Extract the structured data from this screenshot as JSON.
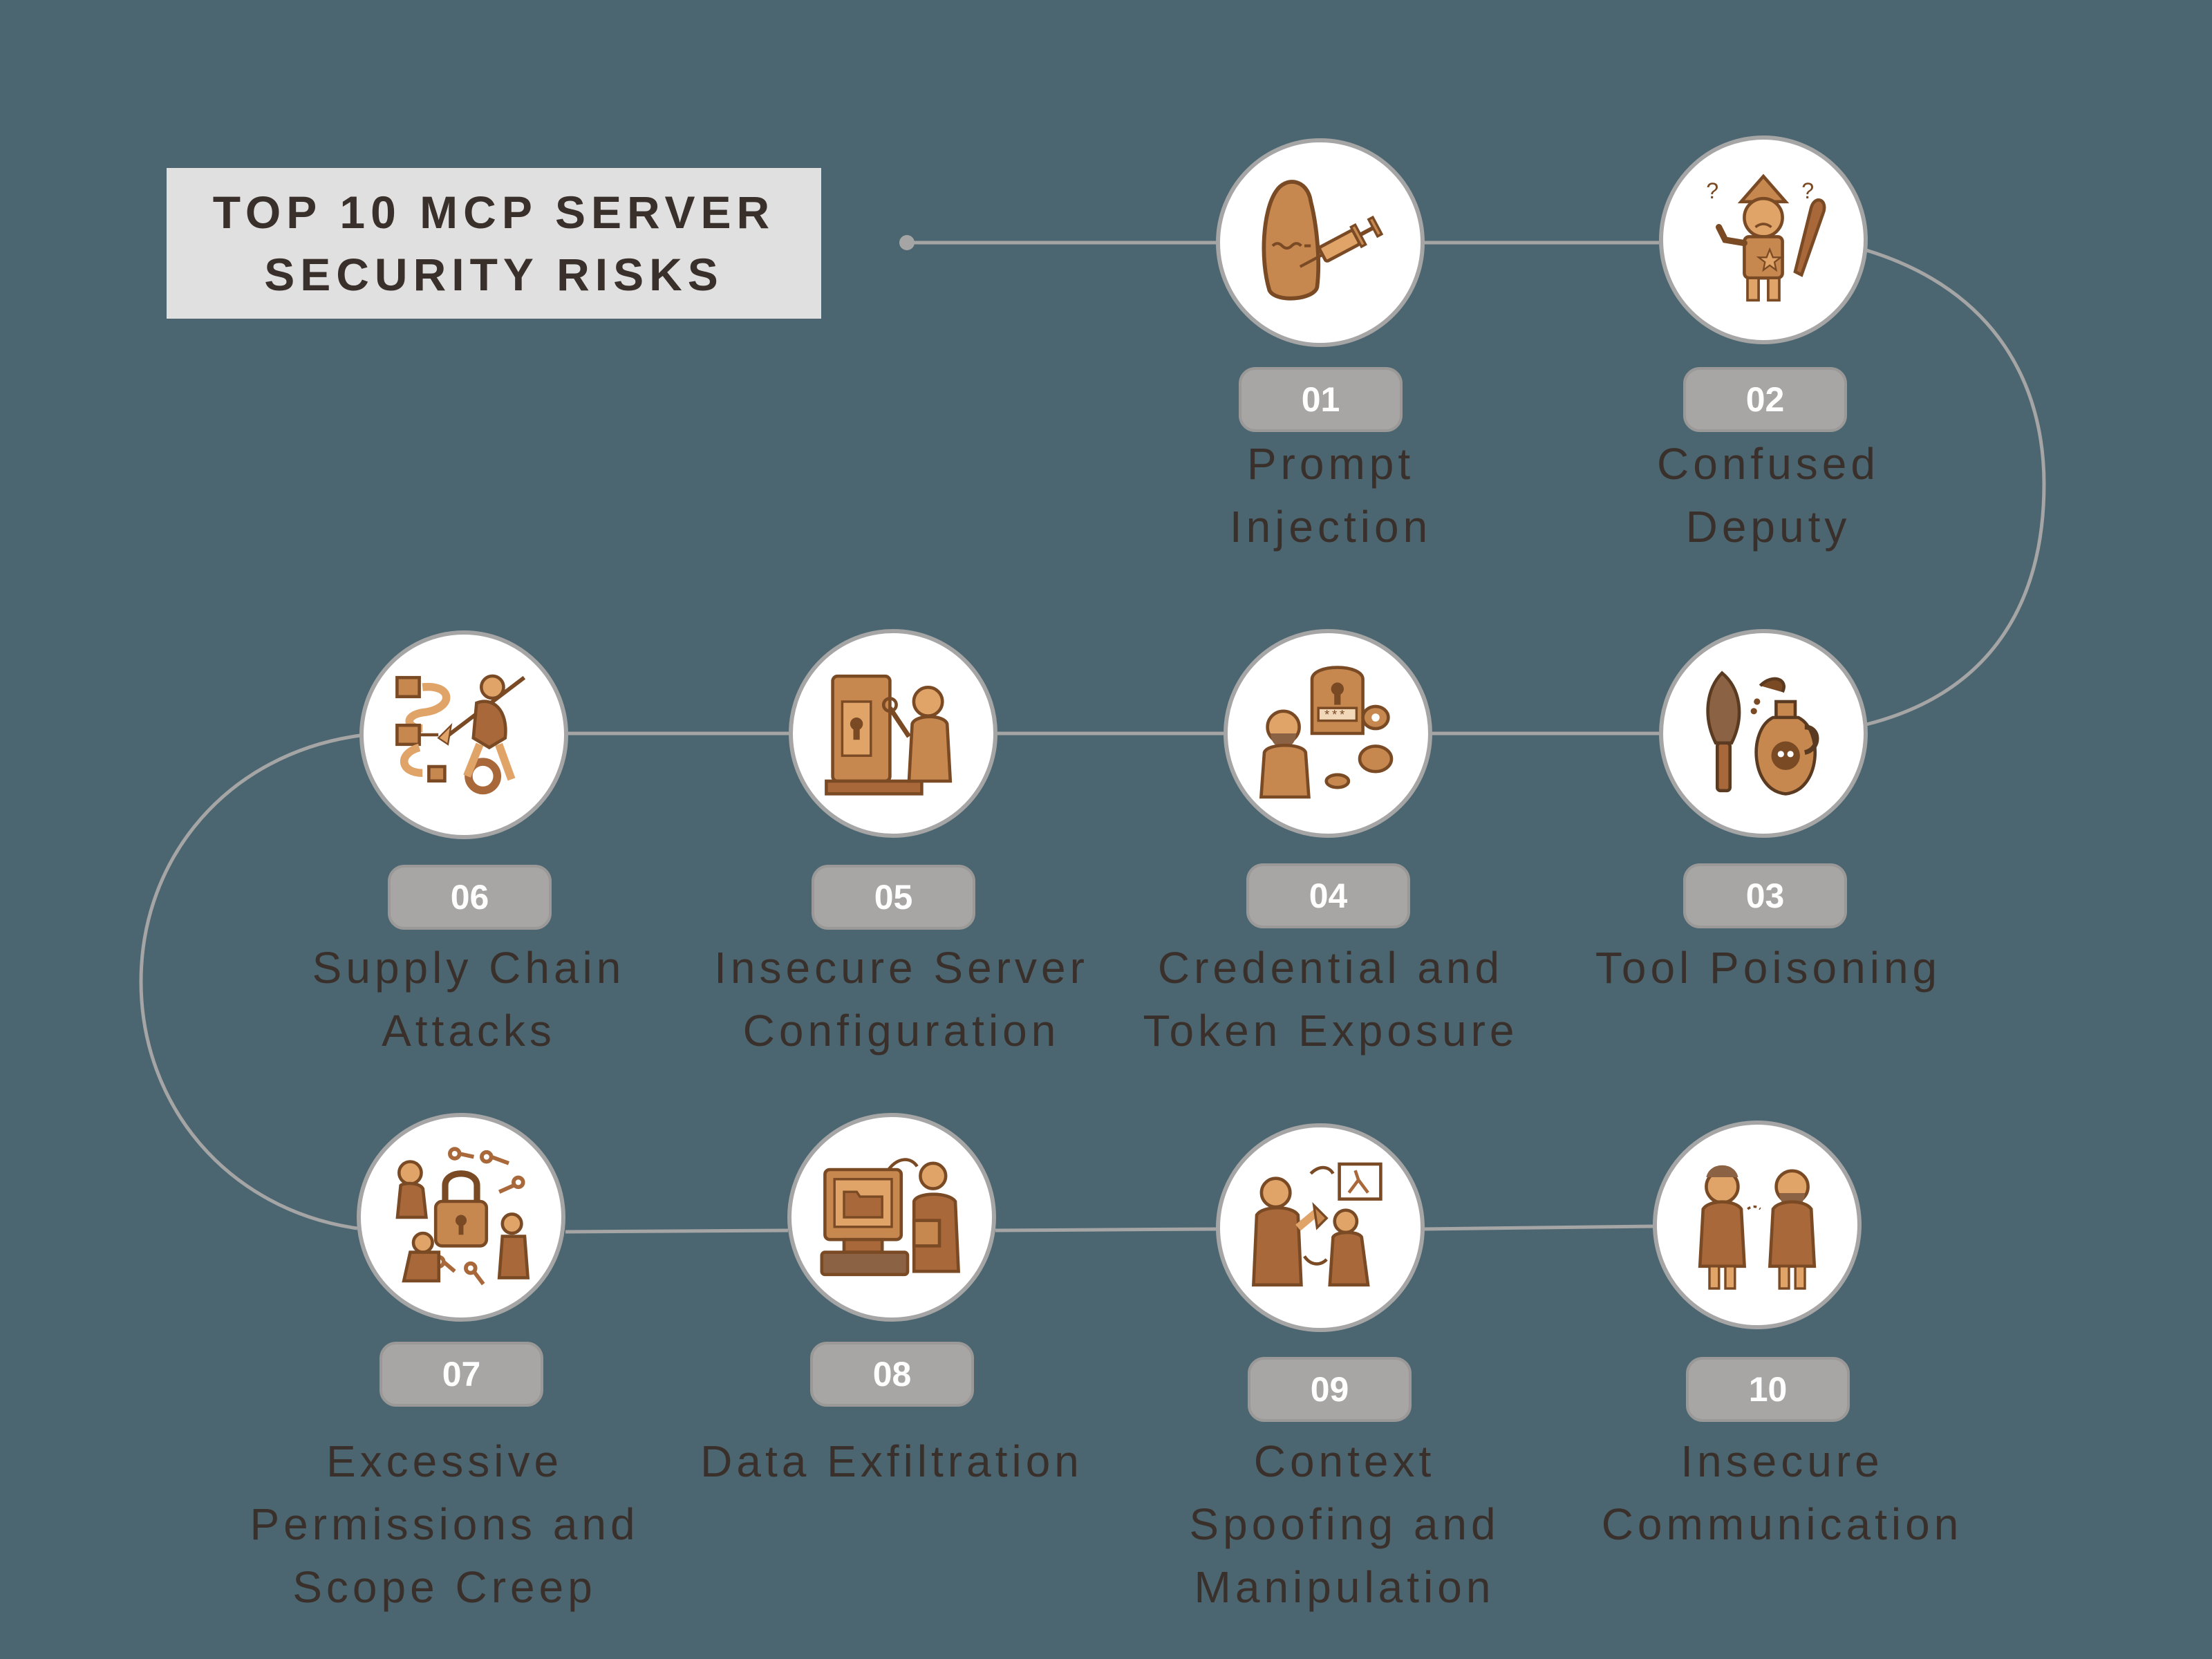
{
  "title": {
    "line1": "TOP 10 MCP SERVER",
    "line2": "SECURITY RISKS"
  },
  "colors": {
    "background": "#4b6670",
    "title_box": "#e0e0e0",
    "text": "#3a302b",
    "connector": "#a5a5a5",
    "badge": "#a7a6a4",
    "badge_text": "#ffffff",
    "illustration_primary": "#c6884f",
    "illustration_outline": "#7a4a25"
  },
  "risks": [
    {
      "number": "01",
      "line1": "Prompt",
      "line2": "Injection",
      "line3": "",
      "icon": "rock-syringe-icon"
    },
    {
      "number": "02",
      "line1": "Confused",
      "line2": "Deputy",
      "line3": "",
      "icon": "confused-caveman-deputy-icon"
    },
    {
      "number": "03",
      "line1": "Tool Poisoning",
      "line2": "",
      "line3": "",
      "icon": "stone-axe-poison-jug-icon"
    },
    {
      "number": "04",
      "line1": "Credential and",
      "line2": "Token Exposure",
      "line3": "",
      "icon": "caveman-password-tablet-icon"
    },
    {
      "number": "05",
      "line1": "Insecure Server",
      "line2": "Configuration",
      "line3": "",
      "icon": "caveman-server-lock-icon"
    },
    {
      "number": "06",
      "line1": "Supply Chain",
      "line2": "Attacks",
      "line3": "",
      "icon": "caveman-spear-supply-chain-icon"
    },
    {
      "number": "07",
      "line1": "Excessive",
      "line2": "Permissions and",
      "line3": "Scope Creep",
      "icon": "cavemen-padlock-keys-icon"
    },
    {
      "number": "08",
      "line1": "Data Exfiltration",
      "line2": "",
      "line3": "",
      "icon": "caveman-computer-folder-icon"
    },
    {
      "number": "09",
      "line1": "Context",
      "line2": "Spoofing and",
      "line3": "Manipulation",
      "icon": "cavemen-swapping-picture-icon"
    },
    {
      "number": "10",
      "line1": "Insecure",
      "line2": "Communication",
      "line3": "",
      "icon": "cavemen-whispering-icon"
    }
  ]
}
